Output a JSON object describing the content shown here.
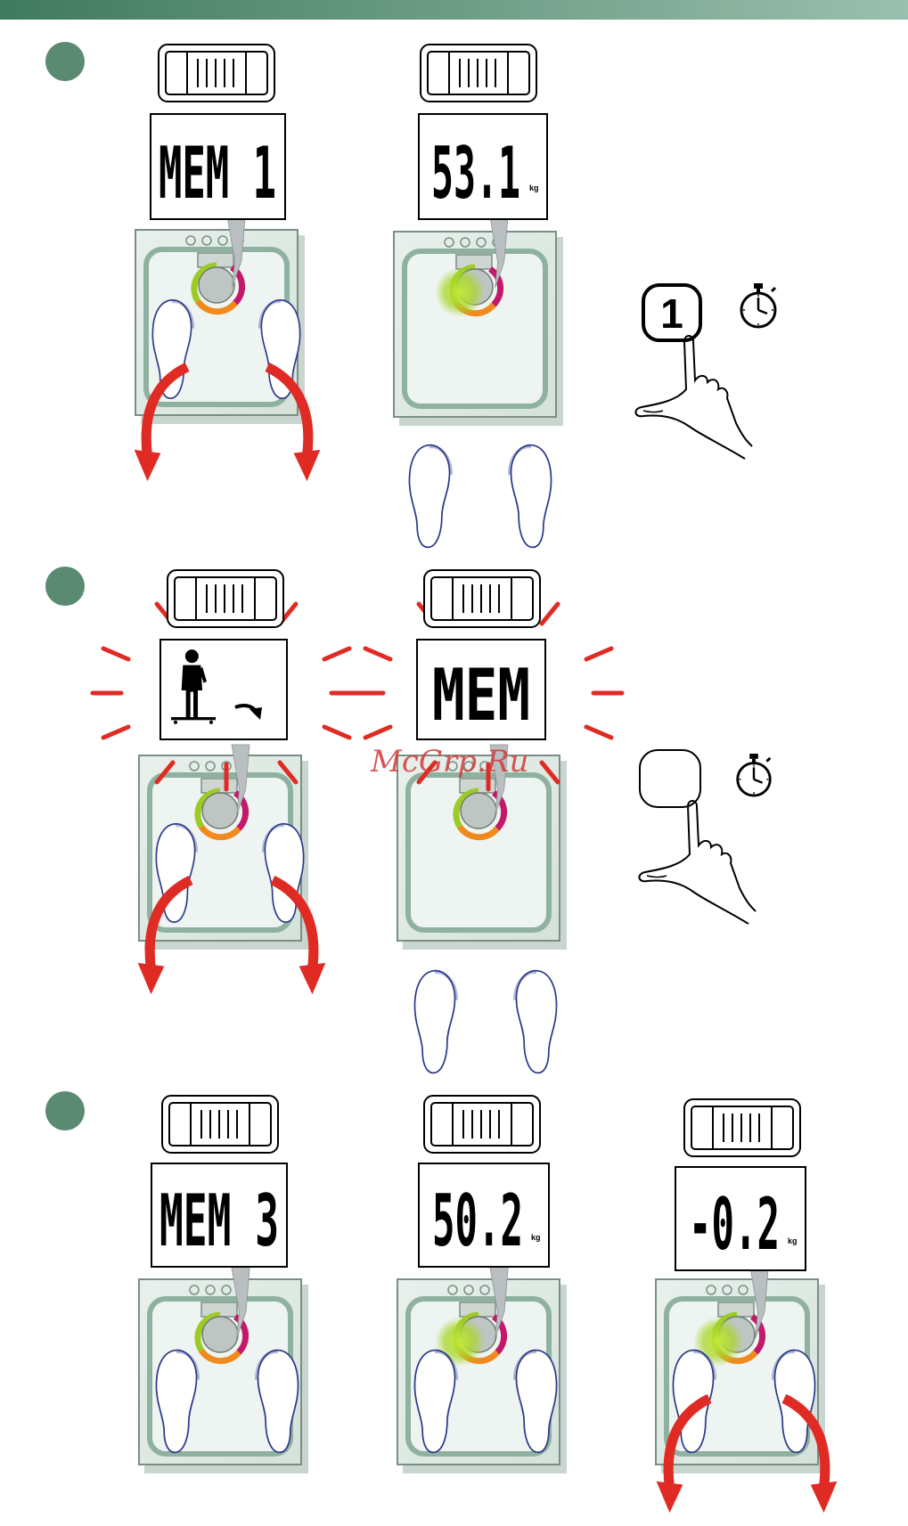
{
  "colors": {
    "header_bar": "#5b8a73",
    "step_dot": "#5b8a73",
    "scale_body": "#e7efea",
    "scale_ring": "#8fb1a0",
    "flash": "#e02b24",
    "arrow": "#e02b24",
    "green_glow": "#a8d62a"
  },
  "row1": {
    "panel1": {
      "display": "MEM 1"
    },
    "panel2": {
      "display": "53.1",
      "unit": "kg"
    },
    "button_label": "1",
    "icons": [
      "pointing-hand-icon",
      "stopwatch-icon"
    ]
  },
  "row2": {
    "panel2": {
      "display": "MEM"
    },
    "icons": [
      "step-on-person-icon",
      "pointing-hand-icon",
      "stopwatch-icon"
    ]
  },
  "row3": {
    "panel1": {
      "display": "MEM 3"
    },
    "panel2": {
      "display": "50.2",
      "unit": "kg"
    },
    "panel3": {
      "display": "-0.2",
      "unit": "kg"
    }
  },
  "watermark": "McGrp.Ru"
}
